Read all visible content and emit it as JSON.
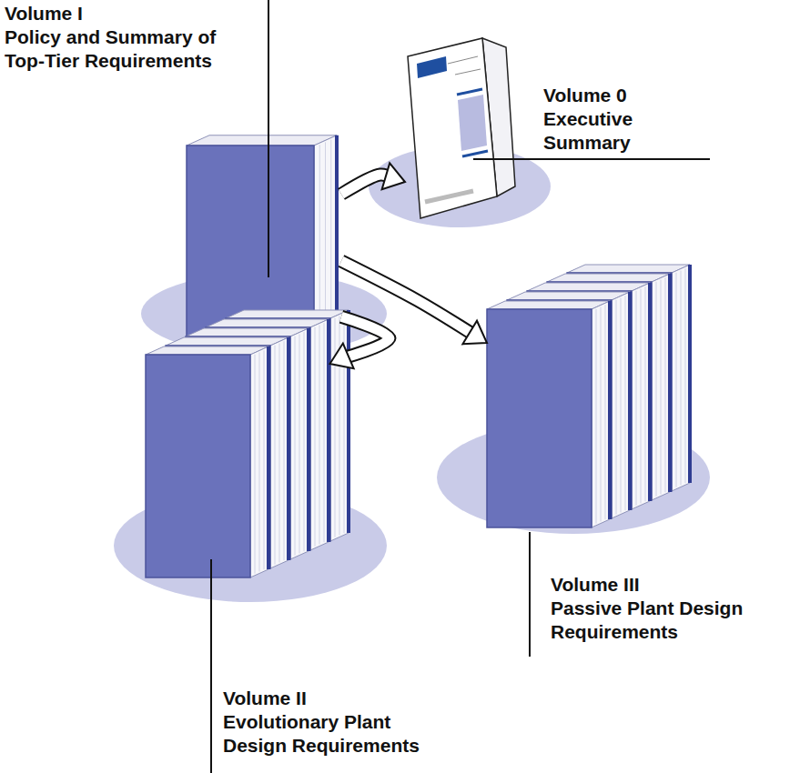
{
  "diagram": {
    "nodes": [
      {
        "text": [
          "Volume I",
          "Policy and Summary of Top-Tier Requirements"
        ]
      },
      {
        "text": [
          "Volume 0",
          "Executive Summary"
        ]
      },
      {
        "text": [
          "Volume III",
          "Passive Plant Design Requirements"
        ]
      },
      {
        "text": [
          "Volume II",
          "Evolutionary Plant Design Requirements"
        ]
      }
    ],
    "edges": [
      {
        "from": 0,
        "to": 1,
        "arrow": "to"
      },
      {
        "from": 0,
        "to": 2,
        "arrow": "to"
      },
      {
        "from": 0,
        "to": 3,
        "arrow": "to"
      }
    ]
  }
}
